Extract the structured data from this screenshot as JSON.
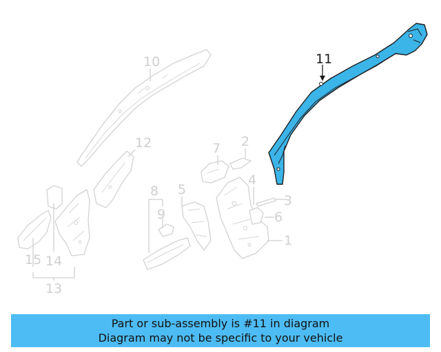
{
  "diagram": {
    "callouts": [
      "1",
      "2",
      "3",
      "4",
      "5",
      "6",
      "7",
      "8",
      "9",
      "10",
      "11",
      "12",
      "13",
      "14",
      "15"
    ],
    "highlight": "11",
    "colors": {
      "highlight_fill": "#3bb4e8",
      "ghost_stroke": "#d2d2d2",
      "banner_bg": "#4dbcf4"
    }
  },
  "banner": {
    "line1": "Part or sub-assembly is #11 in diagram",
    "line2": "Diagram may not be specific to your vehicle"
  }
}
